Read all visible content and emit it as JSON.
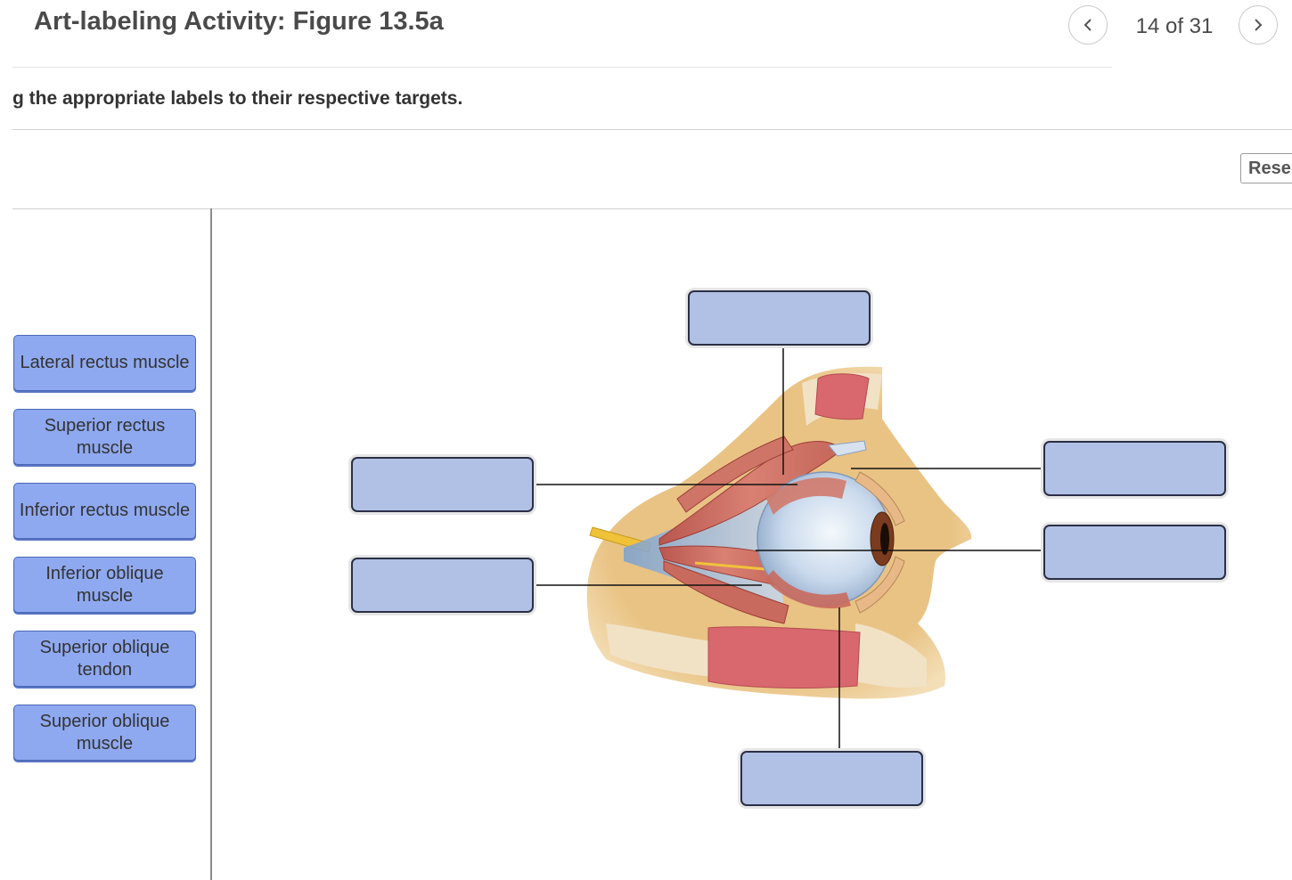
{
  "header": {
    "title": "Art-labeling Activity: Figure 13.5a",
    "counter": "14 of 31",
    "prev_icon": "chevron-left-icon",
    "next_icon": "chevron-right-icon"
  },
  "instructions": "g the appropriate labels to their respective targets.",
  "toolbar": {
    "reset_label": "Rese"
  },
  "label_bank": [
    "Lateral rectus muscle",
    "Superior rectus muscle",
    "Inferior rectus muscle",
    "Inferior oblique muscle",
    "Superior oblique tendon",
    "Superior oblique muscle"
  ],
  "targets_count": 6,
  "colors": {
    "label_fill": "#8fa9f0",
    "label_border": "#4a67b8",
    "target_fill": "#b1c1e6",
    "target_border": "#2b2f45"
  }
}
